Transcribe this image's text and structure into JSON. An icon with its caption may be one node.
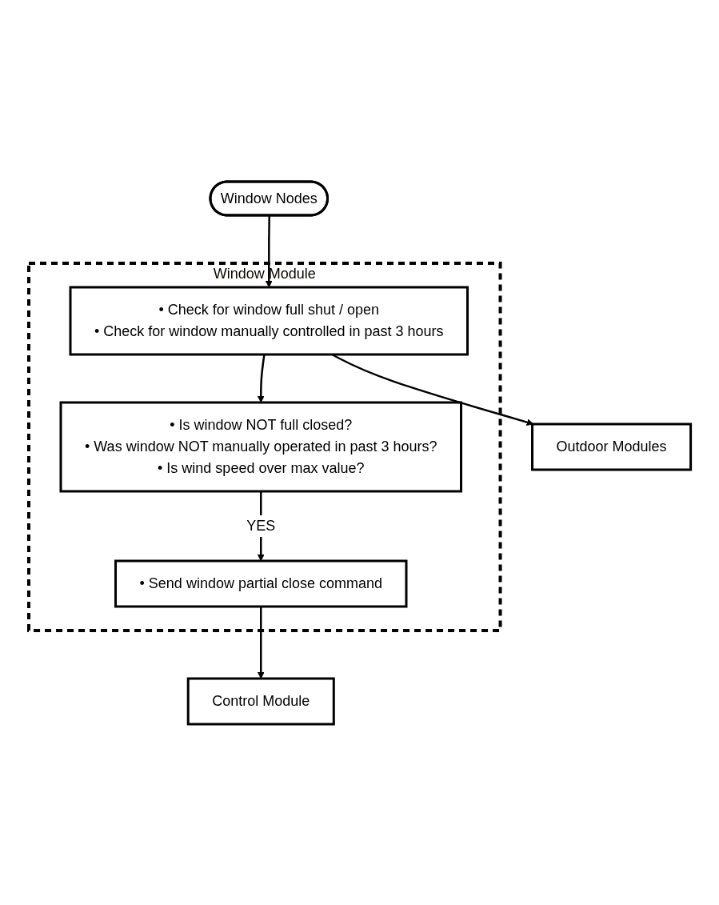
{
  "diagram": {
    "nodes": [
      {
        "text": [
          "Window Nodes"
        ]
      },
      {
        "text": [
          "Window Module"
        ]
      },
      {
        "text": [
          "• Check for window full shut / open",
          "• Check for window manually controlled in past 3 hours"
        ],
        "in": 1
      },
      {
        "text": [
          "• Is window NOT full closed?",
          "• Was window NOT manually operated in past 3 hours?",
          "• Is wind speed over max value?"
        ],
        "in": 1
      },
      {
        "text": [
          "• Send window partial close command"
        ],
        "in": 1
      },
      {
        "text": [
          "Control Module"
        ]
      },
      {
        "text": [
          "Outdoor Modules"
        ]
      }
    ],
    "edges": [
      {
        "from": 0,
        "to": 2,
        "arrow": "to"
      },
      {
        "from": 2,
        "to": 3,
        "arrow": "to"
      },
      {
        "from": 3,
        "to": 4,
        "arrow": "to",
        "label": "YES"
      },
      {
        "from": 4,
        "to": 5,
        "arrow": "to"
      },
      {
        "from": 2,
        "to": 6,
        "arrow": "to"
      }
    ]
  }
}
